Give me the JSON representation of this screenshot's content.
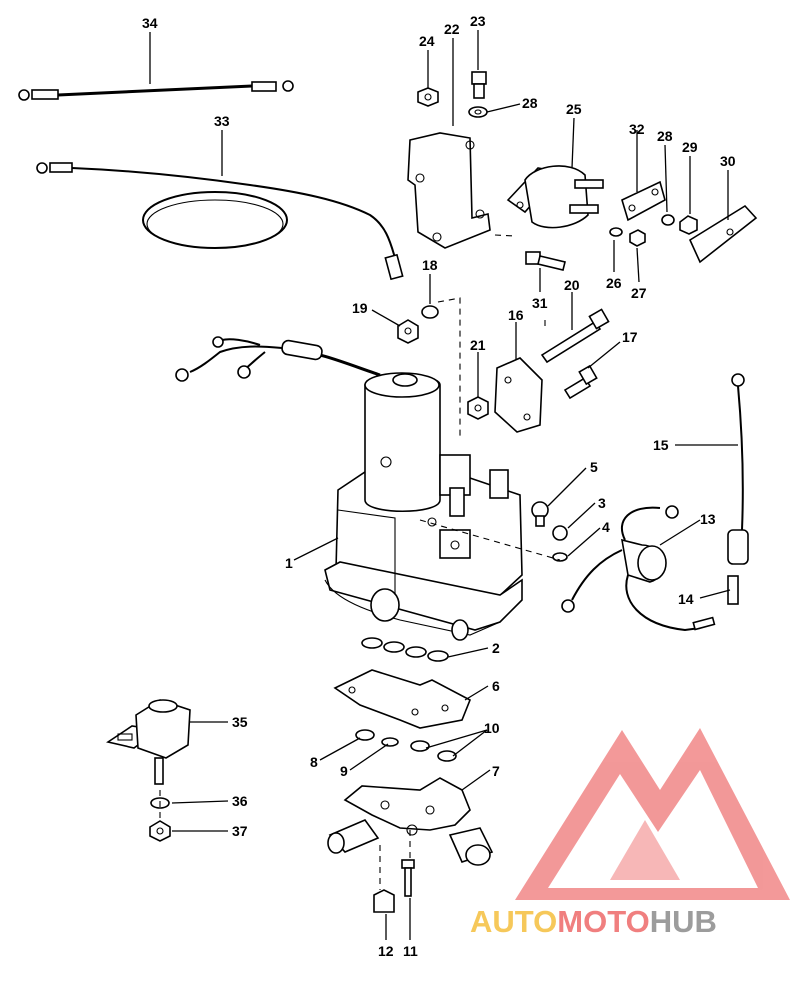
{
  "callouts": [
    {
      "id": "c1",
      "text": "1"
    },
    {
      "id": "c2",
      "text": "2"
    },
    {
      "id": "c3",
      "text": "3"
    },
    {
      "id": "c4",
      "text": "4"
    },
    {
      "id": "c5",
      "text": "5"
    },
    {
      "id": "c6",
      "text": "6"
    },
    {
      "id": "c7",
      "text": "7"
    },
    {
      "id": "c8",
      "text": "8"
    },
    {
      "id": "c9",
      "text": "9"
    },
    {
      "id": "c10",
      "text": "10"
    },
    {
      "id": "c11",
      "text": "11"
    },
    {
      "id": "c12",
      "text": "12"
    },
    {
      "id": "c13",
      "text": "13"
    },
    {
      "id": "c14",
      "text": "14"
    },
    {
      "id": "c15",
      "text": "15"
    },
    {
      "id": "c16",
      "text": "16"
    },
    {
      "id": "c17",
      "text": "17"
    },
    {
      "id": "c18",
      "text": "18"
    },
    {
      "id": "c19",
      "text": "19"
    },
    {
      "id": "c20",
      "text": "20"
    },
    {
      "id": "c21",
      "text": "21"
    },
    {
      "id": "c22",
      "text": "22"
    },
    {
      "id": "c23",
      "text": "23"
    },
    {
      "id": "c24",
      "text": "24"
    },
    {
      "id": "c25",
      "text": "25"
    },
    {
      "id": "c26",
      "text": "26"
    },
    {
      "id": "c27",
      "text": "27"
    },
    {
      "id": "c28a",
      "text": "28"
    },
    {
      "id": "c28b",
      "text": "28"
    },
    {
      "id": "c29",
      "text": "29"
    },
    {
      "id": "c30",
      "text": "30"
    },
    {
      "id": "c31",
      "text": "31"
    },
    {
      "id": "c32",
      "text": "32"
    },
    {
      "id": "c33",
      "text": "33"
    },
    {
      "id": "c34",
      "text": "34"
    },
    {
      "id": "c35",
      "text": "35"
    },
    {
      "id": "c36",
      "text": "36"
    },
    {
      "id": "c37",
      "text": "37"
    }
  ],
  "watermark": {
    "part1": "AUTO",
    "part2": "MOTO",
    "part3": "HUB",
    "color_yellow": "#f6c85a",
    "color_red": "#f07f7f",
    "color_gray": "#9c9c9c"
  }
}
